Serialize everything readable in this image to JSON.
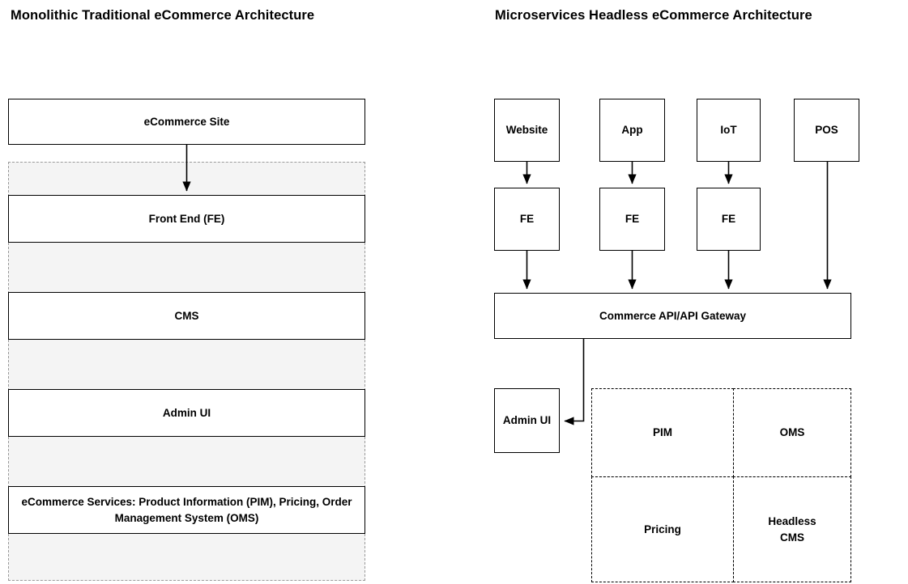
{
  "page": {
    "background": "#ffffff",
    "stroke_color": "#000000",
    "group_fill": "#f4f4f4",
    "group_border": "#9a9a9a"
  },
  "left_panel": {
    "title": "Monolithic Traditional eCommerce Architecture",
    "top_box": {
      "label": "eCommerce Site"
    },
    "stack": [
      {
        "label": "Front End (FE)"
      },
      {
        "label": "CMS"
      },
      {
        "label": "Admin UI"
      },
      {
        "label": "eCommerce Services: Product Information (PIM), Pricing, Order Management System (OMS)"
      }
    ]
  },
  "right_panel": {
    "title": "Microservices Headless eCommerce Architecture",
    "channels": [
      {
        "label": "Website"
      },
      {
        "label": "App"
      },
      {
        "label": "IoT"
      },
      {
        "label": "POS"
      }
    ],
    "frontends": [
      {
        "label": "FE"
      },
      {
        "label": "FE"
      },
      {
        "label": "FE"
      }
    ],
    "gateway": {
      "label": "Commerce API/API Gateway"
    },
    "admin": {
      "label": "Admin UI"
    },
    "services_grid": [
      {
        "label": "PIM"
      },
      {
        "label": "OMS"
      },
      {
        "label": "Pricing"
      },
      {
        "label": "Headless\nCMS"
      }
    ],
    "services_grid_labels": {
      "pim": "PIM",
      "oms": "OMS",
      "pricing": "Pricing",
      "headless_cms_line1": "Headless",
      "headless_cms_line2": "CMS"
    }
  }
}
